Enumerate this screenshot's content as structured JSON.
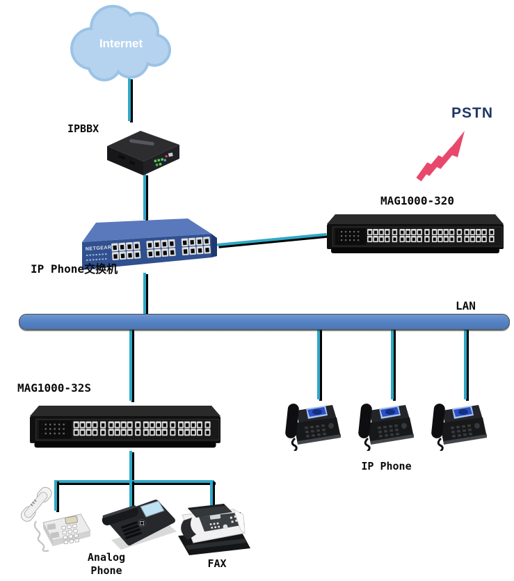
{
  "nodes": {
    "internet": {
      "label": "Internet"
    },
    "ipbbx": {
      "label": "IPBBX"
    },
    "ip_switch": {
      "label": "IP Phone交换机",
      "brand": "NETGEAR"
    },
    "mag320": {
      "label": "MAG1000-320"
    },
    "pstn": {
      "label": "PSTN"
    },
    "lan": {
      "label": "LAN"
    },
    "mag32s": {
      "label": "MAG1000-32S"
    },
    "ip_phones": {
      "label": "IP Phone"
    },
    "analog_phone": {
      "line1": "Analog",
      "line2": "Phone"
    },
    "fax": {
      "label": "FAX"
    }
  },
  "colors": {
    "connector": "#2fa8c6",
    "lan_bar": "#5381c1",
    "lan_bar_light": "#6e97d2",
    "lan_bar_dark": "#4a77b8",
    "cloud_fill": "#b5d3ef",
    "cloud_edge": "#9cc3e6",
    "pstn_text": "#1f3864",
    "arrow": "#e8486c",
    "label_text": "#0a0a0a"
  }
}
